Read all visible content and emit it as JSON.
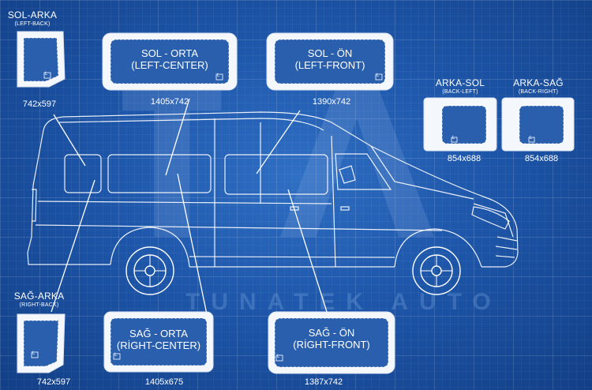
{
  "windows": {
    "sol_arka": {
      "title": "SOL-ARKA",
      "subtitle": "(LEFT-BACK)",
      "size": "742x597"
    },
    "sol_orta": {
      "title": "SOL - ORTA",
      "subtitle": "(LEFT-CENTER)",
      "size": "1405x742"
    },
    "sol_on": {
      "title": "SOL - ÖN",
      "subtitle": "(LEFT-FRONT)",
      "size": "1390x742"
    },
    "arka_sol": {
      "title": "ARKA-SOL",
      "subtitle": "(BACK-LEFT)",
      "size": "854x688"
    },
    "arka_sag": {
      "title": "ARKA-SAĞ",
      "subtitle": "(BACK-RIGHT)",
      "size": "854x688"
    },
    "sag_arka": {
      "title": "SAĞ-ARKA",
      "subtitle": "(RIGHT-BACK)",
      "size": "742x597"
    },
    "sag_orta": {
      "title": "SAĞ - ORTA",
      "subtitle": "(RİGHT-CENTER)",
      "size": "1405x675"
    },
    "sag_on": {
      "title": "SAĞ - ÖN",
      "subtitle": "(RİGHT-FRONT)",
      "size": "1387x742"
    }
  },
  "glass_mark": "L",
  "watermark": "TUNATEK AUTO",
  "colors": {
    "background": "#1d56aa",
    "glass_frame": "#f4f7fb",
    "glass_inner": "#2a5fae",
    "line": "#ffffff"
  }
}
